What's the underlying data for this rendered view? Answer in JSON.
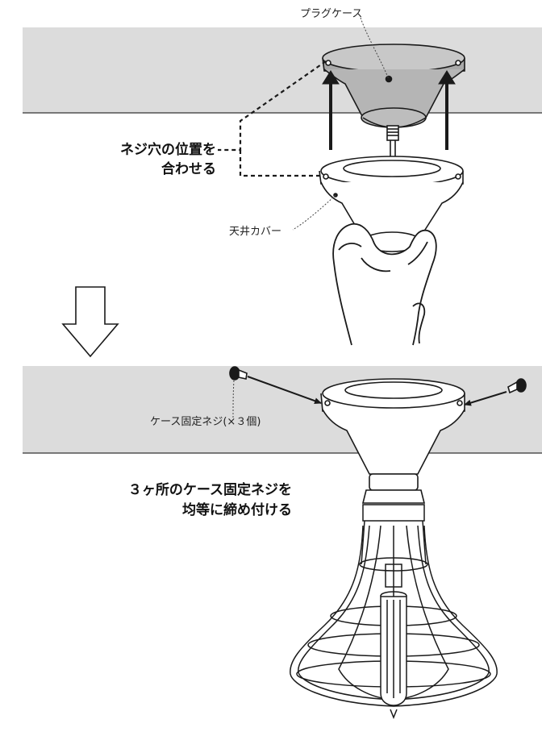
{
  "labels": {
    "plug_case": "プラグケース",
    "align_line1": "ネジ穴の位置を",
    "align_line2": "合わせる",
    "ceiling_cover": "天井カバー",
    "case_screw": "ケース固定ネジ(×３個)",
    "tighten_line1": "３ヶ所のケース固定ネジを",
    "tighten_line2": "均等に締め付ける"
  },
  "colors": {
    "ceiling_fill": "#dcdcdc",
    "plug_case_fill": "#b5b5b5",
    "line": "#1a1a1a"
  }
}
